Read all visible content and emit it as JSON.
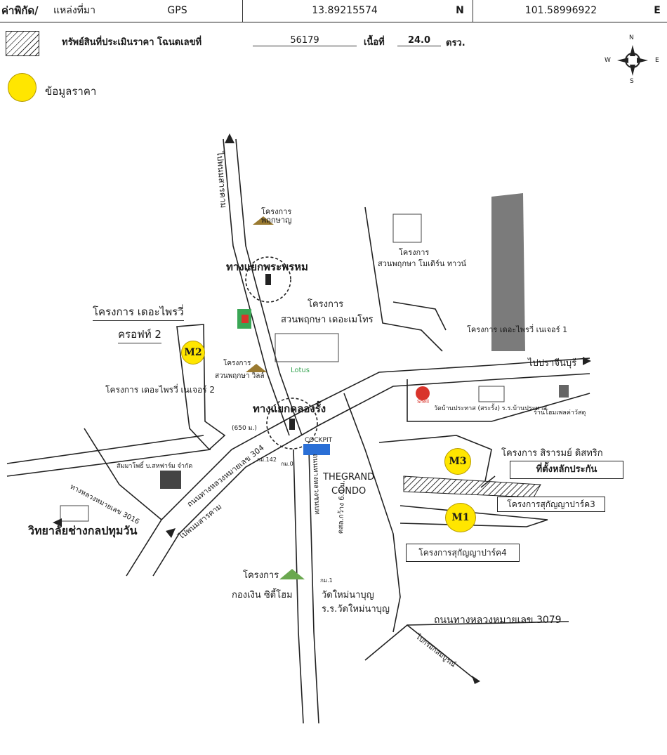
{
  "header": {
    "coord_label": "ค่าพิกัด/",
    "source_label": "แหล่งที่มา",
    "source_value": "GPS",
    "lat_value": "13.89215574",
    "lat_dir": "N",
    "lon_value": "101.58996922",
    "lon_dir": "E"
  },
  "property": {
    "label": "ทรัพย์สินที่ประเมินราคา โฉนดเลขที่",
    "deed_no": "56179",
    "area_label": "เนื้อที่",
    "area_value": "24.0",
    "area_unit": "ตรว."
  },
  "legend": {
    "price_data": "ข้อมูลราคา"
  },
  "compass": {
    "n": "N",
    "s": "S",
    "e": "E",
    "w": "W"
  },
  "markers": {
    "m1": "M1",
    "m2": "M2",
    "m3": "M3"
  },
  "labels": {
    "to_phanom_sarakham": "ไปพนมสารคาม",
    "project_pruksa_top": "โครงการ",
    "project_pruksa_top2": "พฤกษาญ",
    "junction_phraphrom": "ทางแยกพระพรหม",
    "pruksa_modern_1": "โครงการ",
    "pruksa_modern_2": "สวนพฤกษา โมเดิร์น ทาวน์",
    "pruksa_metro_1": "โครงการ",
    "pruksa_metro_2": "สวนพฤกษา เดอะเมโทร",
    "privy_group_1": "โครงการ เดอะไพรวี่",
    "privy_group_2": "ครอฟท์ 2",
    "privy_general1": "โครงการ เดอะไพรวี่ เนเจอร์ 1",
    "to_prachinburi": "ไปปราจีนบุรี",
    "pruksa_ville_1": "โครงการ",
    "pruksa_ville_2": "สวนพฤกษา วิลล์",
    "lotus": "Lotus",
    "privy_general2": "โครงการ เดอะไพรวี่ เนเจอร์ 2",
    "junction_khlongrang": "ทางแยกคลองรั้ง",
    "shell": "Shell",
    "temple_school": "วัดบ้านประทาส (สระรั้ง) ร.ร.บ้านประทาส",
    "hardware_shop": "ร้านโฮมเพลค่าวัสดุ",
    "distance_650": "(650 ม.)",
    "km_142": "กม.142",
    "km_0": "กม.0",
    "cockpit": "COCKPIT",
    "highway_304": "ถนนทางหลวงหมายเลข 304",
    "rural_road": "ถนนทางหลวงชนบท",
    "width_6m": "คสล.กว้าง 6.0 ม.",
    "project_sirarom": "โครงการ สิรารมย์ ดิสทริก",
    "collateral_location": "ที่ตั้งหลักประกัน",
    "thegrand_1": "THEGRAND",
    "thegrand_2": "CONDO",
    "factory": "สัมมาโพธิ์ บ.สหฟาร์ม จำกัด",
    "highway_3016": "ทางหลวงหมายเลข 3016",
    "sukanya_park3": "โครงการสุกัญญาปาร์ค3",
    "college": "วิทยาลัยช่างกลปทุมวัน",
    "to_phanom": "ไปพนมสารคาม",
    "sukanya_park4": "โครงการสุกัญญาปาร์ค4",
    "km_1": "กม.1",
    "kongngoen_1": "โครงการ",
    "kongngoen_2": "กองเงิน ซิตี้โฮม",
    "wat_mai_1": "วัดใหม่นาบุญ",
    "wat_mai_2": "ร.ร.วัดใหม่นาบุญ",
    "highway_3079": "ถนนทางหลวงหมายเลข 3079",
    "to_sombun": "ไปกรอกสมบูรณ์"
  },
  "colors": {
    "marker": "#ffe600",
    "road": "#222222",
    "accent_green": "#3aa655",
    "accent_red": "#d9342b",
    "accent_blue": "#2a6fd6"
  }
}
